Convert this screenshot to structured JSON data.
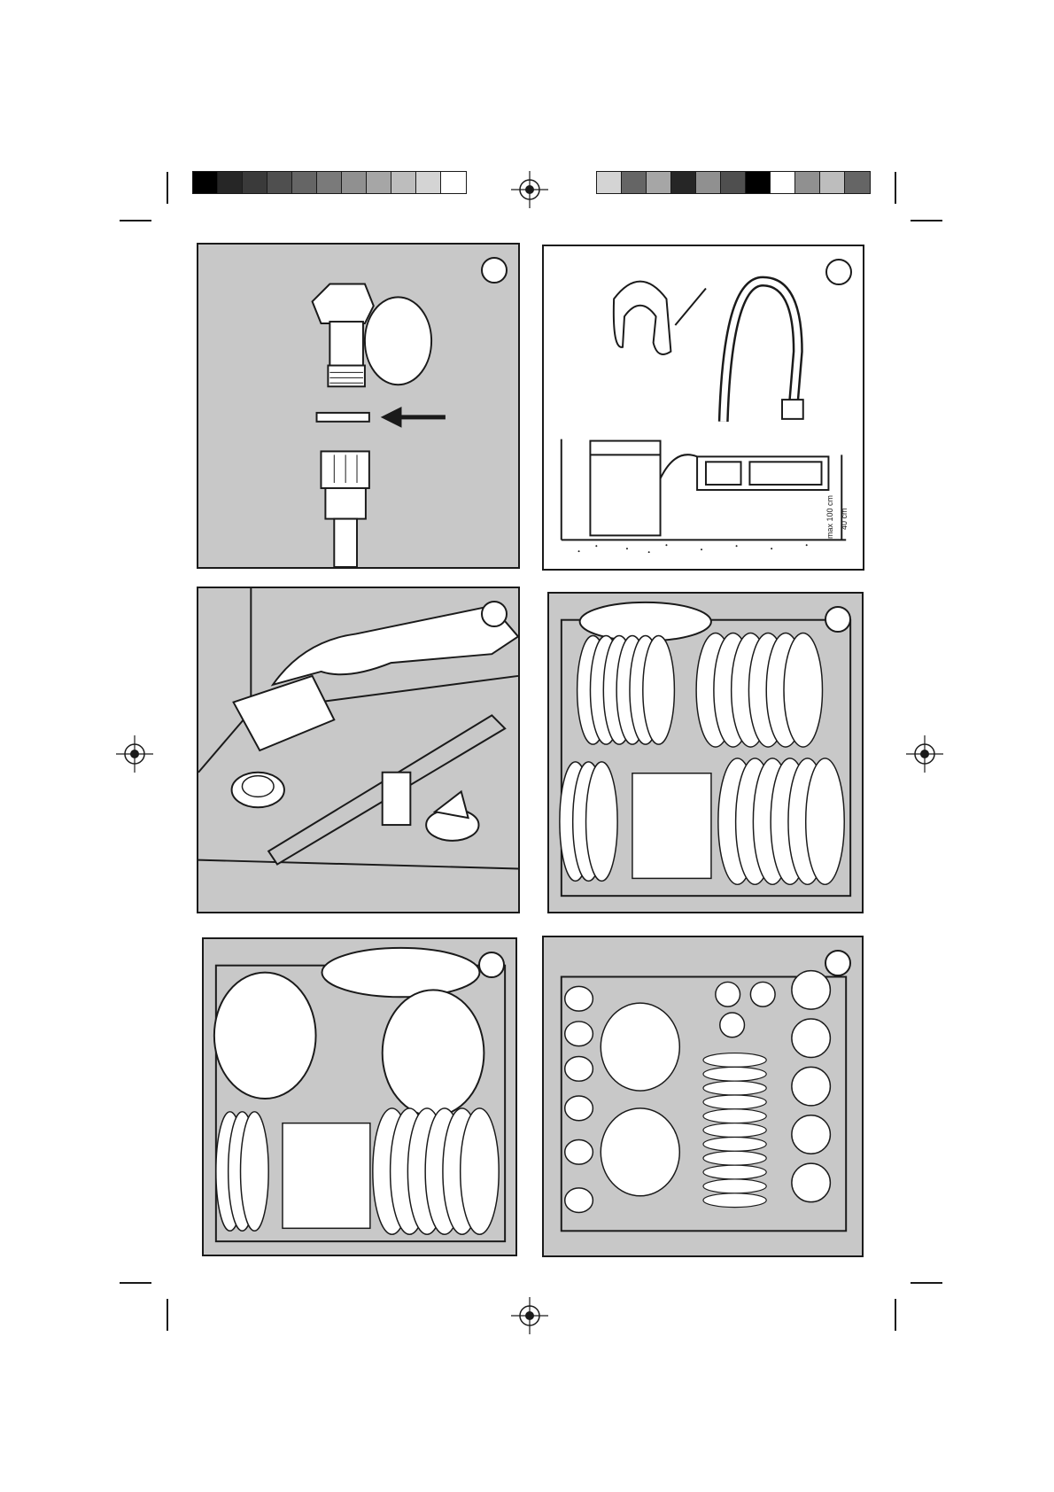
{
  "colors": {
    "panel_gray": "#c8c8c8",
    "line": "#1a1a1a",
    "paper": "#ffffff"
  },
  "color_bar_left": [
    "#000000",
    "#262626",
    "#3a3a3a",
    "#4f4f4f",
    "#656565",
    "#7a7a7a",
    "#909090",
    "#a6a6a6",
    "#bdbdbd",
    "#d4d4d4",
    "#ffffff"
  ],
  "color_bar_right": [
    "#d4d4d4",
    "#656565",
    "#a6a6a6",
    "#262626",
    "#909090",
    "#4f4f4f",
    "#000000",
    "#ffffff",
    "#909090",
    "#bdbdbd",
    "#656565"
  ],
  "panels": [
    {
      "name": "hose-filter-washer",
      "icon": "tap-hose-washer-illustration"
    },
    {
      "name": "drain-hose-installation",
      "icon": "drain-hose-illustration",
      "dimension_labels": [
        "40 cm",
        "max 100 cm"
      ]
    },
    {
      "name": "salt-loading",
      "icon": "salt-container-illustration"
    },
    {
      "name": "lower-basket-loaded",
      "icon": "lower-basket-illustration"
    },
    {
      "name": "lower-basket-large-plates",
      "icon": "lower-basket-plates-illustration"
    },
    {
      "name": "upper-basket-loaded",
      "icon": "upper-basket-cups-illustration"
    }
  ]
}
